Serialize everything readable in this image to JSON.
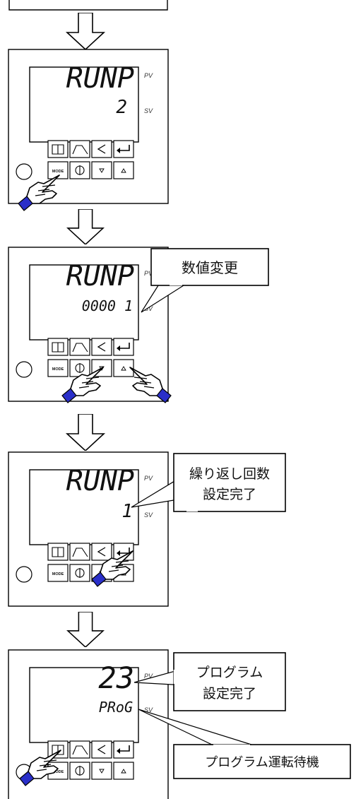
{
  "labels": {
    "pv": "PV",
    "sv": "SV",
    "mode": "MODE"
  },
  "steps": [
    {
      "pv_display": "RUNP",
      "sv_display": "2"
    },
    {
      "pv_display": "RUNP",
      "sv_display": "0000 1"
    },
    {
      "pv_display": "RUNP",
      "sv_display": "1"
    },
    {
      "pv_display": "23",
      "sv_display": "PRoG"
    }
  ],
  "callouts": {
    "value_change": "数値変更",
    "repeat_done_line1": "繰り返し回数",
    "repeat_done_line2": "設定完了",
    "program_done_line1": "プログラム",
    "program_done_line2": "設定完了",
    "program_standby": "プログラム運転待機"
  },
  "icons": {
    "arrow": "down-arrow-icon",
    "hand": "pointing-hand-icon",
    "buttons": [
      "book-icon",
      "program-curve-icon",
      "back-arrow-icon",
      "enter-icon",
      "power-icon",
      "down-triangle-icon",
      "up-triangle-icon"
    ]
  },
  "colors": {
    "line": "#000000",
    "panel": "#ffffff",
    "hand_cuff": "#2a2fc9"
  }
}
